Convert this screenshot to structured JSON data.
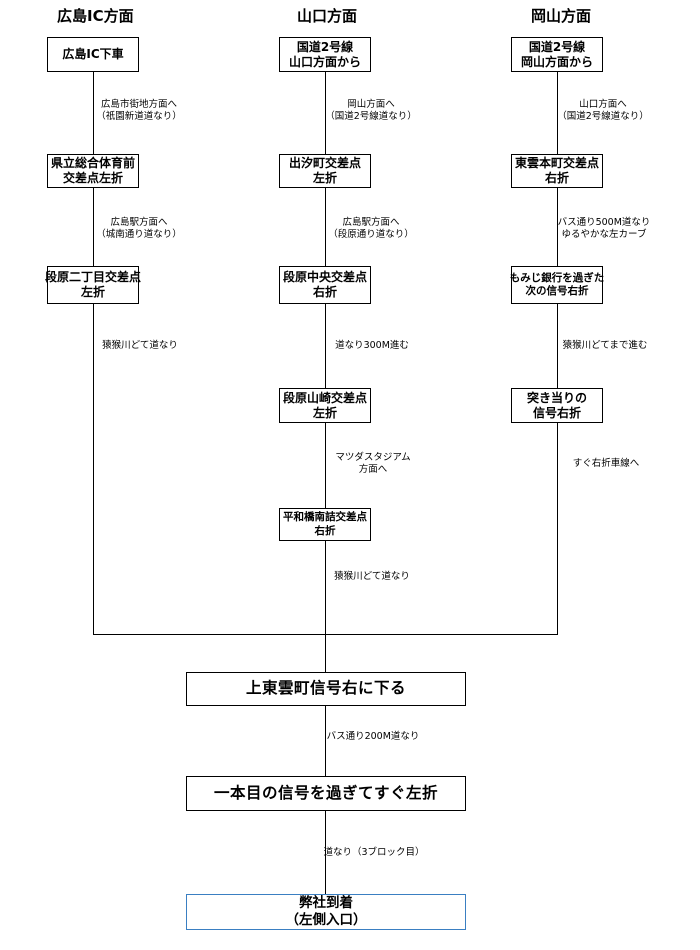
{
  "headers": {
    "col1": "広島IC方面",
    "col2": "山口方面",
    "col3": "岡山方面"
  },
  "col1": {
    "box1": "広島IC下車",
    "note1": [
      "広島市街地方面へ",
      "（祇園新道道なり）"
    ],
    "box2": [
      "県立総合体育前",
      "交差点左折"
    ],
    "note2": [
      "広島駅方面へ",
      "（城南通り道なり）"
    ],
    "box3": [
      "段原二丁目交差点",
      "左折"
    ],
    "note3": "猿猴川どて道なり"
  },
  "col2": {
    "box1": [
      "国道2号線",
      "山口方面から"
    ],
    "note1": [
      "岡山方面へ",
      "（国道2号線道なり）"
    ],
    "box2": [
      "出汐町交差点",
      "左折"
    ],
    "note2": [
      "広島駅方面へ",
      "（段原通り道なり）"
    ],
    "box3": [
      "段原中央交差点",
      "右折"
    ],
    "note3": "道なり300M進む",
    "box4": [
      "段原山崎交差点",
      "左折"
    ],
    "note4": [
      "マツダスタジアム",
      "方面へ"
    ],
    "box5": [
      "平和橋南詰交差点",
      "右折"
    ],
    "note5": "猿猴川どて道なり"
  },
  "col3": {
    "box1": [
      "国道2号線",
      "岡山方面から"
    ],
    "note1": [
      "山口方面へ",
      "（国道2号線道なり）"
    ],
    "box2": [
      "東雲本町交差点",
      "右折"
    ],
    "note2": [
      "バス通り500M道なり",
      "ゆるやかな左カーブ"
    ],
    "box3": [
      "もみじ銀行を過ぎた",
      "次の信号右折"
    ],
    "note3": "猿猴川どてまで進む",
    "box4": [
      "突き当りの",
      "信号右折"
    ],
    "note4": "すぐ右折車線へ"
  },
  "bottom": {
    "box1": "上東雲町信号右に下る",
    "note1": "バス通り200M道なり",
    "box2": "一本目の信号を過ぎてすぐ左折",
    "note2": "道なり（3ブロック目）",
    "final": [
      "弊社到着",
      "（左側入口）"
    ]
  }
}
